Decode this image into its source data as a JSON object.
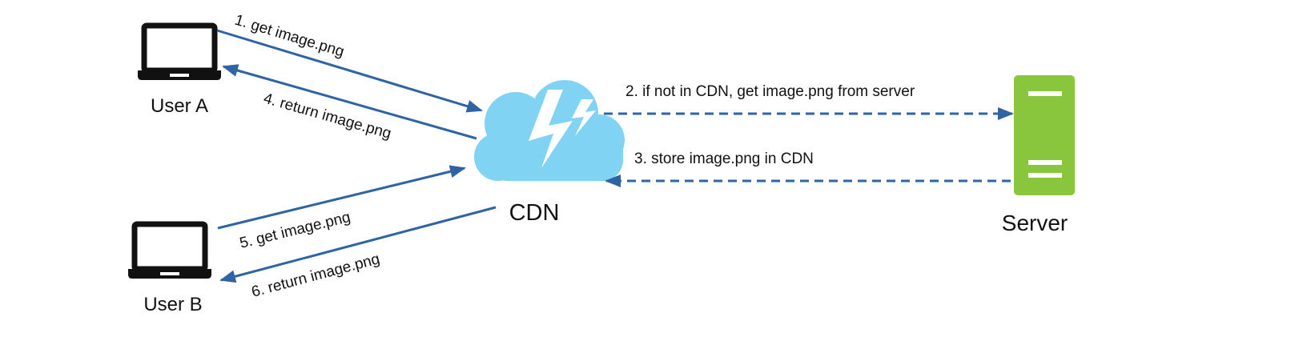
{
  "nodes": {
    "user_a": {
      "label": "User A"
    },
    "user_b": {
      "label": "User B"
    },
    "cdn": {
      "label": "CDN"
    },
    "server": {
      "label": "Server"
    }
  },
  "edges": {
    "step1": {
      "label": "1. get image.png"
    },
    "step2": {
      "label": "2. if not in CDN, get image.png from server"
    },
    "step3": {
      "label": "3. store image.png in CDN"
    },
    "step4": {
      "label": "4. return image.png"
    },
    "step5": {
      "label": "5. get image.png"
    },
    "step6": {
      "label": "6. return image.png"
    }
  },
  "colors": {
    "arrow": "#2e64a4",
    "cloud": "#81d3f3",
    "lightning": "#ffffff",
    "server": "#8ac53e",
    "laptop": "#111111",
    "text": "#111111"
  },
  "icons": {
    "user_a": "laptop-icon",
    "user_b": "laptop-icon",
    "cdn": "cloud-lightning-icon",
    "server": "server-icon"
  }
}
